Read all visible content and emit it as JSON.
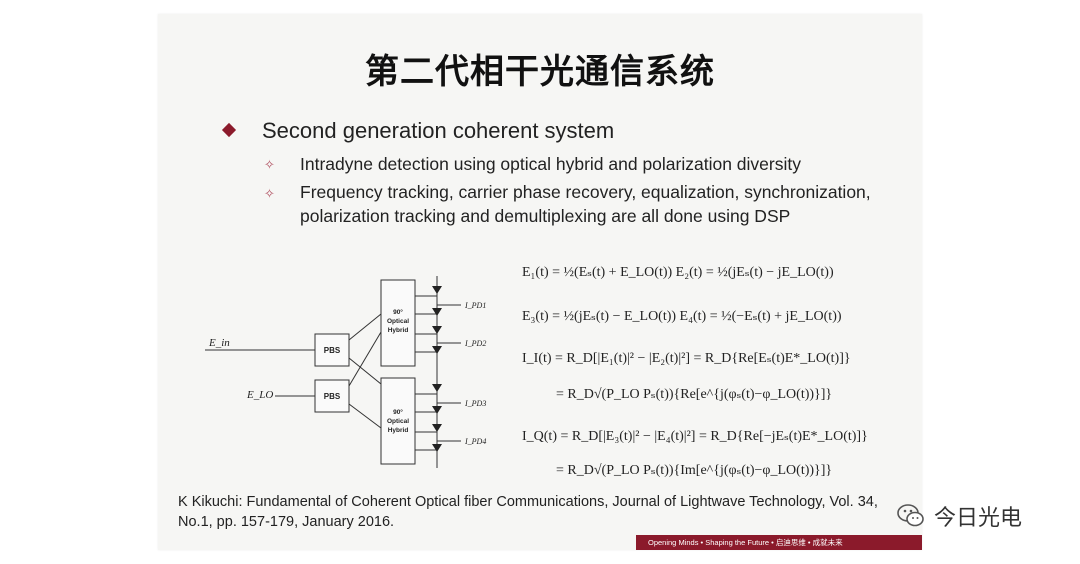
{
  "slide": {
    "title": "第二代相干光通信系统",
    "bullet": "Second generation coherent system",
    "sub_items": [
      "Intradyne detection using optical hybrid and polarization diversity",
      "Frequency tracking, carrier phase recovery, equalization, synchronization, polarization tracking and demultiplexing are all done using DSP"
    ],
    "citation": "K Kikuchi: Fundamental of Coherent Optical fiber Communications, Journal of Lightwave Technology, Vol. 34, No.1, pp. 157-179, January 2016.",
    "footer_banner": "Opening Minds • Shaping the Future • 启迪思维 • 成就未来"
  },
  "diagram": {
    "input_signal": "E_in",
    "input_lo": "E_LO",
    "pbs_label": "PBS",
    "hybrid_label_lines": [
      "90°",
      "Optical",
      "Hybrid"
    ],
    "currents": [
      "I_PD1",
      "I_PD2",
      "I_PD3",
      "I_PD4"
    ]
  },
  "equations": [
    "E₁(t) = ½(Eₛ(t) + E_LO(t))    E₂(t) = ½(jEₛ(t) − jE_LO(t))",
    "E₃(t) = ½(jEₛ(t) − E_LO(t))    E₄(t) = ½(−Eₛ(t) + jE_LO(t))",
    "I_I(t) = R_D[|E₁(t)|² − |E₂(t)|²] = R_D{Re[Eₛ(t)E*_LO(t)]}",
    "= R_D√(P_LO Pₛ(t)){Re[e^{j(φₛ(t)−φ_LO(t))}]}",
    "I_Q(t) = R_D[|E₃(t)|² − |E₄(t)|²] = R_D{Re[−jEₛ(t)E*_LO(t)]}",
    "= R_D√(P_LO Pₛ(t)){Im[e^{j(φₛ(t)−φ_LO(t))}]}"
  ],
  "watermark": {
    "text": "今日光电",
    "icon": "wechat-icon"
  },
  "colors": {
    "accent": "#8b1a2b"
  }
}
